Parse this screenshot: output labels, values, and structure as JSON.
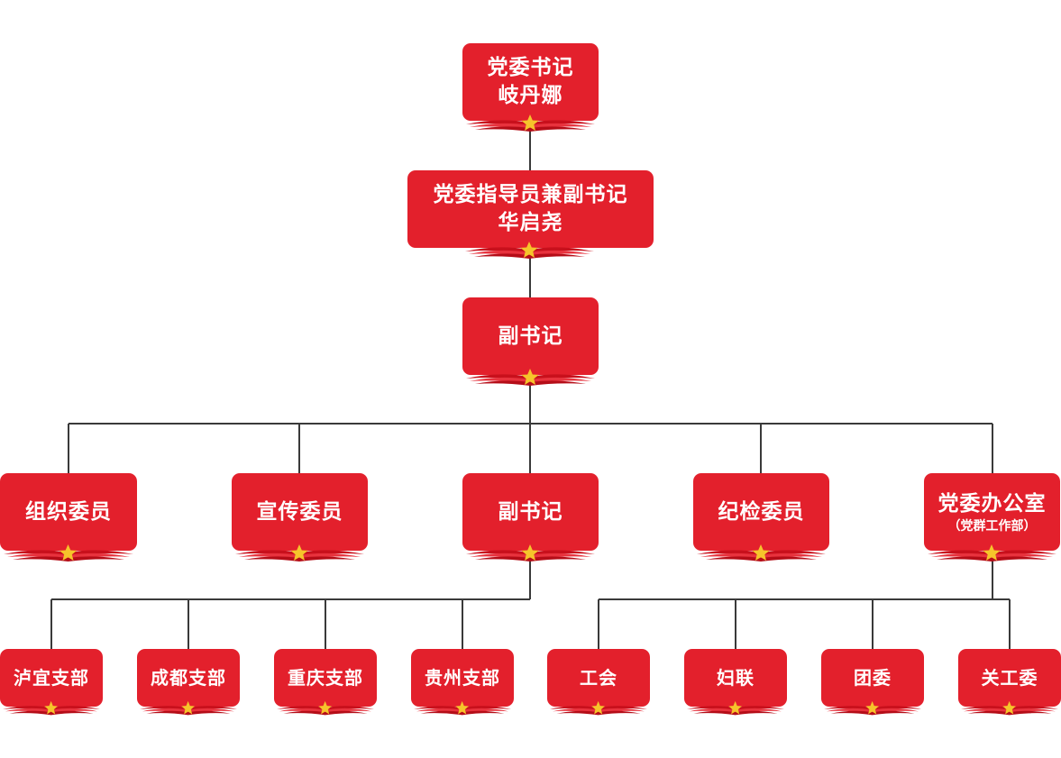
{
  "colors": {
    "box": "#e3202c",
    "star": "#f6c42b",
    "line": "#3a3a3a",
    "ribbon": "#d4121f"
  },
  "nodes": {
    "secretary": {
      "title": "党委书记",
      "name": "岐丹娜"
    },
    "instructor": {
      "title": "党委指导员兼副书记",
      "name": "华启尧"
    },
    "deputy_top": {
      "title": "副书记"
    },
    "org": {
      "title": "组织委员"
    },
    "propaganda": {
      "title": "宣传委员"
    },
    "deputy_mid": {
      "title": "副书记"
    },
    "discipline": {
      "title": "纪检委员"
    },
    "office": {
      "title": "党委办公室",
      "sub": "（党群工作部）"
    },
    "luyi": {
      "title": "泸宜支部"
    },
    "chengdu": {
      "title": "成都支部"
    },
    "chongqing": {
      "title": "重庆支部"
    },
    "guizhou": {
      "title": "贵州支部"
    },
    "union": {
      "title": "工会"
    },
    "women": {
      "title": "妇联"
    },
    "youth": {
      "title": "团委"
    },
    "elder": {
      "title": "关工委"
    }
  }
}
